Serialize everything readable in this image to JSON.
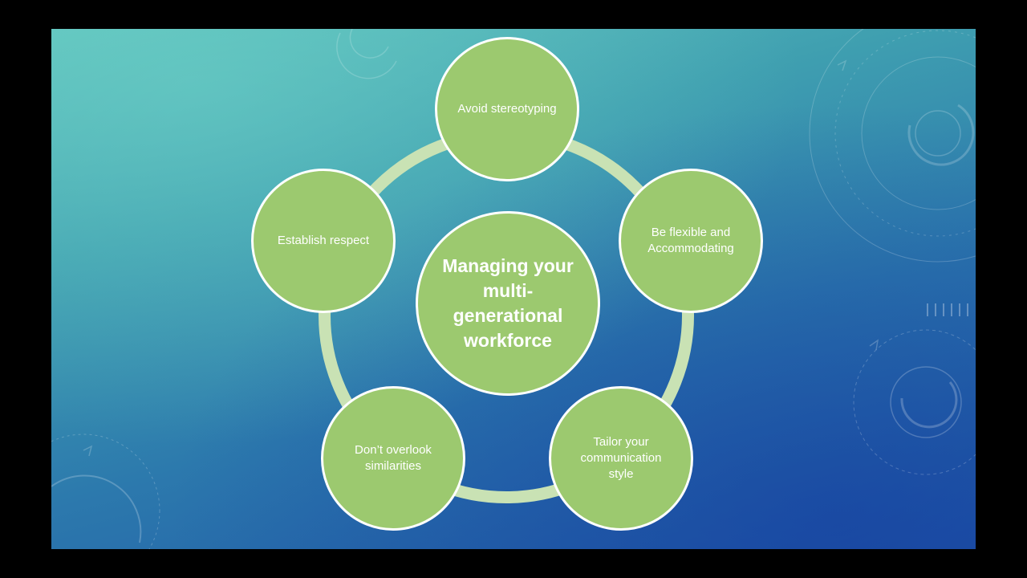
{
  "diagram": {
    "center_label": "Managing your multi-generational workforce",
    "nodes": [
      {
        "label": "Avoid stereotyping"
      },
      {
        "label": "Be flexible and Accommodating"
      },
      {
        "label": "Tailor your communication style"
      },
      {
        "label": "Don’t overlook similarities"
      },
      {
        "label": "Establish respect"
      }
    ]
  },
  "colors": {
    "node_fill": "#9cc96f",
    "node_border": "#ffffff",
    "ring": "#c9e2b4",
    "background_top": "#5fc2bd",
    "background_bottom": "#1f56a6"
  }
}
